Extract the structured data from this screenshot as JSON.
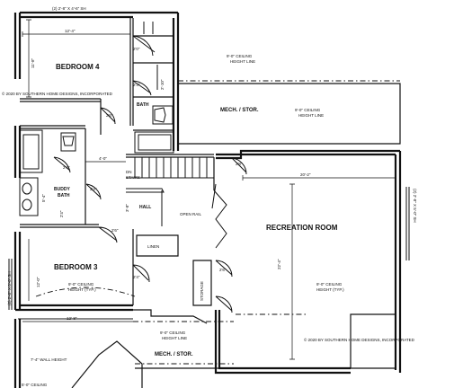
{
  "rooms": {
    "bedroom4": "BEDROOM 4",
    "bedroom3": "BEDROOM 3",
    "buddy_bath_1": "BUDDY",
    "buddy_bath_2": "BATH",
    "bath": "BATH",
    "hall": "HALL",
    "linen": "LINEN",
    "storage": "STORAGE",
    "recreation": "RECREATION ROOM",
    "mech_stor_upper": "MECH. / STOR.",
    "mech_stor_lower": "MECH. / STOR."
  },
  "notes": {
    "ceiling_9_line1": "9'-0\" CEILING",
    "ceiling_9_line2": "HEIGHT LINE",
    "ceiling_9_upper_right_line1": "9'-0\" CEILING",
    "ceiling_9_upper_right_line2": "HEIGHT LINE",
    "ceiling_9_typ_left_line1": "9'-0\" CEILING",
    "ceiling_9_typ_left_line2": "HEIGHT (TYP.)",
    "ceiling_9_typ_right_line1": "9'-0\" CEILING",
    "ceiling_9_typ_right_line2": "HEIGHT (TYP.)",
    "ceiling_9_bottom_line1": "9'-0\" CEILING",
    "ceiling_9_bottom_line2": "HEIGHT LINE",
    "wall_height": "7'-4\" WALL HEIGHT",
    "open_rail": "OPEN RAIL",
    "stairs": "STAIRS",
    "dn": "DN",
    "ceiling_bottom_left": "5'-0\" CEILING",
    "copyright_left": "© 2020 BY SOUTHERN HOME DESIGNS, INCORPORATED",
    "copyright_right": "© 2020 BY SOUTHERN HOME DESIGNS, INCORPORATED"
  },
  "dimensions": {
    "window_top": "(2) 2'-8\" X 4'-6\" SH",
    "bed4_width": "12'-4\"",
    "bed4_depth": "11'-8\"",
    "closet_1": "2'-10\"",
    "hall_width": "4'-0\"",
    "bath_dim": "5'-4\"",
    "bed3_depth": "12'-0\"",
    "bed3_width": "12'-8\"",
    "window_left": "(2) 2'-8\" X 5'-0\" SH",
    "window_right": "(2) 2'-8\" X 5'-0\" SH",
    "rec_width": "20'-2\"",
    "rec_depth": "22'-4\"",
    "hall_3": "3'-8\"",
    "door_2_0": "2'0\"",
    "door_2_4": "2'4\"",
    "door_2_6": "2'6\"",
    "door_2_8": "2'8\"",
    "door_2_8b": "2'8\""
  }
}
